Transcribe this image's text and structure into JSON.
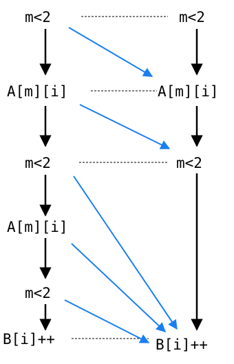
{
  "nodes": {
    "left": [
      "m<2",
      "A[m][i]",
      "m<2",
      "A[m][i]",
      "m<2",
      "B[i]++"
    ],
    "right": [
      "m<2",
      "A[m][i]",
      "m<2",
      "B[i]++"
    ]
  },
  "colors": {
    "vertical_arrow": "#000000",
    "dependency_arrow": "#1a7ff0",
    "correspondence_line": "#000000"
  }
}
